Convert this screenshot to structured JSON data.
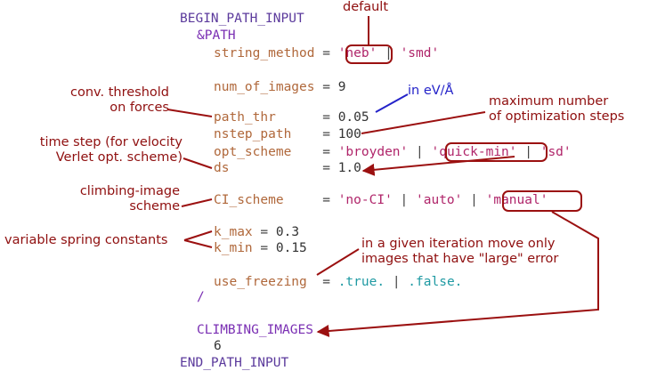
{
  "code": {
    "begin": "BEGIN_PATH_INPUT",
    "namelist": "&PATH",
    "string_method": {
      "var": "string_method",
      "eq": "=",
      "opt1": "'neb'",
      "sep1": "|",
      "opt2": "'smd'"
    },
    "num_of_images": {
      "var": "num_of_images",
      "eq": "=",
      "val": "9"
    },
    "path_thr": {
      "var": "path_thr",
      "eq": "=",
      "val": "0.05"
    },
    "nstep_path": {
      "var": "nstep_path",
      "eq": "=",
      "val": "100"
    },
    "opt_scheme": {
      "var": "opt_scheme",
      "eq": "=",
      "opt1": "'broyden'",
      "sep1": "|",
      "opt2": "'quick-min'",
      "sep2": "|",
      "opt3": "'sd'"
    },
    "ds": {
      "var": "ds",
      "eq": "=",
      "val": "1.0"
    },
    "ci_scheme": {
      "var": "CI_scheme",
      "eq": "=",
      "opt1": "'no-CI'",
      "sep1": "|",
      "opt2": "'auto'",
      "sep2": "|",
      "opt3": "'manual'"
    },
    "k_max": {
      "var": "k_max",
      "eq": "=",
      "val": "0.3"
    },
    "k_min": {
      "var": "k_min",
      "eq": "=",
      "val": "0.15"
    },
    "use_freezing": {
      "var": "use_freezing",
      "eq": "=",
      "opt1": ".true.",
      "sep1": "|",
      "opt2": ".false."
    },
    "slash": "/",
    "climbing": "CLIMBING_IMAGES",
    "climbing_value": "6",
    "end": "END_PATH_INPUT"
  },
  "annotations": {
    "default": "default",
    "conv_threshold": "conv. threshold\non forces",
    "in_ev": "in eV/Å",
    "max_steps": "maximum number\nof optimization steps",
    "time_step": "time step (for velocity\nVerlet opt. scheme)",
    "climbing_image_scheme": "climbing-image\nscheme",
    "spring_constants": "variable spring constants",
    "freezing": "in a given iteration move only\nimages that have \"large\" error"
  },
  "colors": {
    "annotation": "#8f0f0f",
    "annotation_blue": "#2423c9",
    "keyword": "#5b3a9c",
    "variable": "#b0683b",
    "string": "#b0256a",
    "boolean": "#1f9aa3"
  }
}
